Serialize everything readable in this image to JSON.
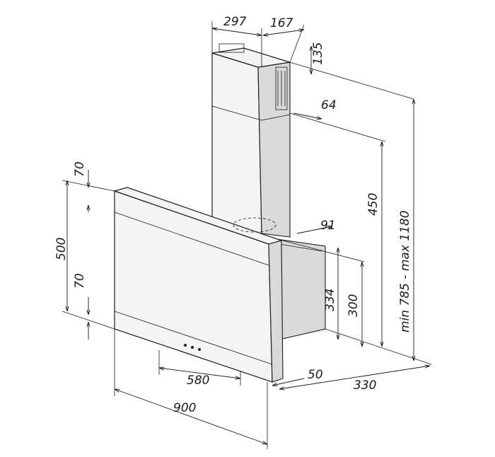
{
  "dimensions": {
    "chimney_width": "297",
    "chimney_depth": "167",
    "top_offset": "135",
    "vent_offset": "64",
    "height_450": "450",
    "min_max": "min 785 - max 1180",
    "glass_top": "70",
    "glass_height": "500",
    "glass_bottom": "70",
    "depth_91": "91",
    "height_334": "334",
    "height_300": "300",
    "width_580": "580",
    "width_900": "900",
    "depth_50": "50",
    "depth_330": "330"
  },
  "colors": {
    "stroke": "#1a1a1a",
    "background": "#ffffff"
  }
}
